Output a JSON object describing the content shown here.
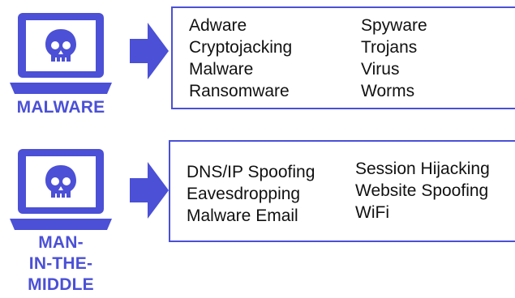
{
  "colors": {
    "accent": "#4B50D6",
    "text": "#111111",
    "background": "#ffffff"
  },
  "sections": [
    {
      "label": "MALWARE",
      "icon": "laptop-skull-icon",
      "arrow_icon": "arrow-right-icon",
      "col1": [
        "Adware",
        "Cryptojacking",
        "Malware",
        "Ransomware"
      ],
      "col2": [
        "Spyware",
        "Trojans",
        "Virus",
        "Worms"
      ]
    },
    {
      "label_lines": [
        "MAN-",
        "IN-THE-",
        "MIDDLE"
      ],
      "icon": "laptop-skull-icon",
      "arrow_icon": "arrow-right-icon",
      "col1": [
        "DNS/IP Spoofing",
        "Eavesdropping",
        "Malware Email"
      ],
      "col2": [
        "Session Hijacking",
        "Website Spoofing",
        "WiFi"
      ]
    }
  ]
}
